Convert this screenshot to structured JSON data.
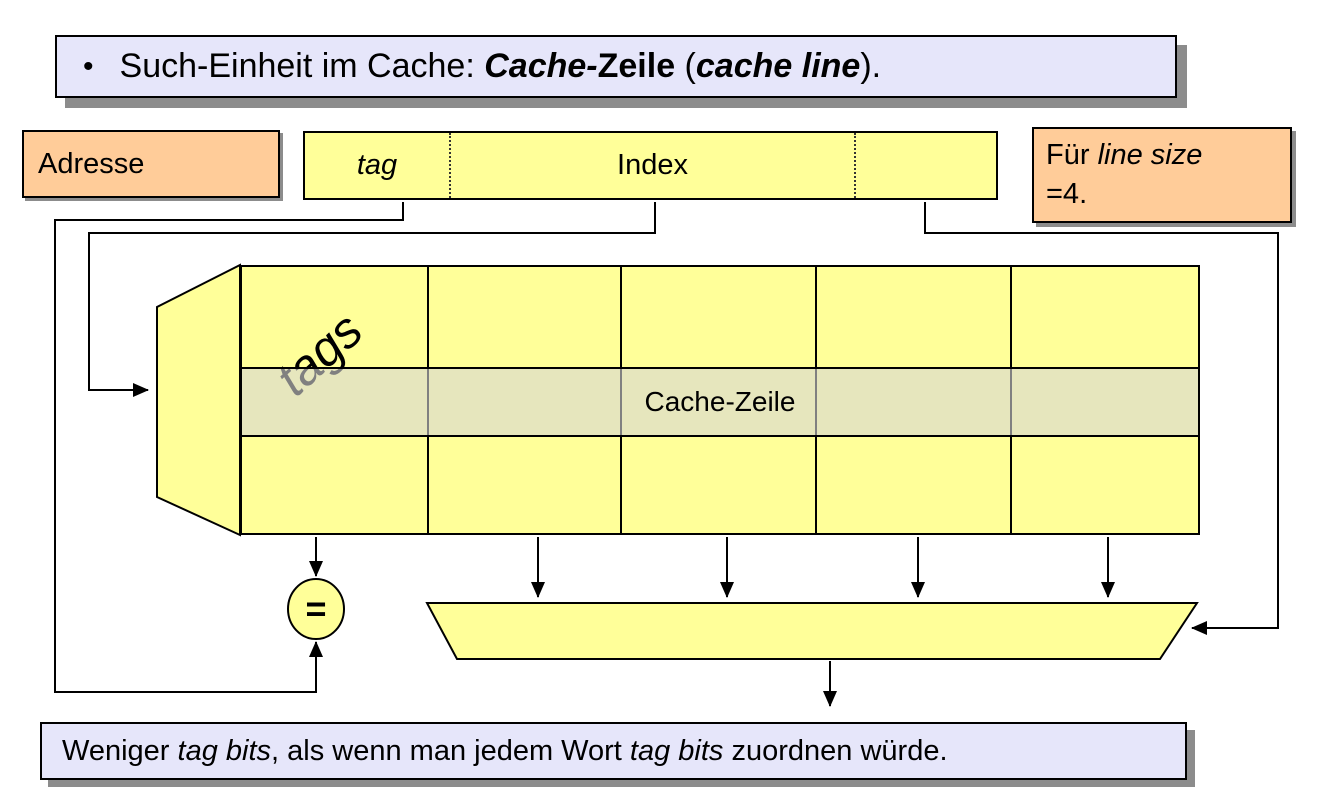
{
  "top_banner": {
    "bullet": "•",
    "run_prefix": "Such-Einheit im Cache: ",
    "run_bold_italic1": "Cache-",
    "run_bold1": "Zeile",
    "run_paren_open": " (",
    "run_bold_italic2": "cache line",
    "run_paren_close": ")."
  },
  "address": {
    "label": "Adresse",
    "fields": [
      {
        "label": "tag"
      },
      {
        "label": "Index"
      },
      {
        "label": ""
      }
    ]
  },
  "note_box": {
    "run1": "Für ",
    "run2": "line size",
    "run3": "\n=4."
  },
  "cache": {
    "tags_label": "tags",
    "row_label": "Cache-Zeile"
  },
  "comparator": {
    "symbol": "="
  },
  "bottom_banner": {
    "run1": "Weniger ",
    "run2": "tag bits",
    "run3": ", als wenn man jedem Wort ",
    "run4": "tag bits",
    "run5": " zuordnen würde."
  },
  "colors": {
    "c-yellow": "#FFFF99",
    "c-orange": "#FFCC99",
    "c-lavender": "#E6E6FA",
    "c-shadow": "#8C8C8C"
  }
}
